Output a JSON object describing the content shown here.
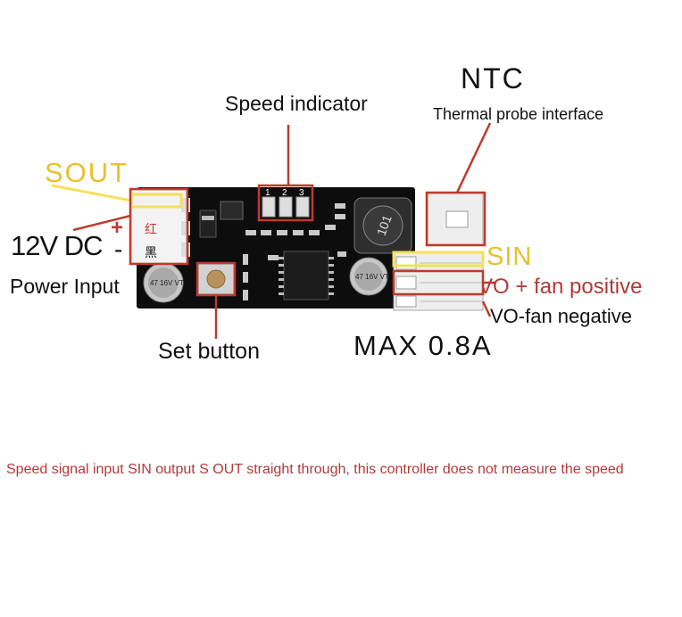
{
  "labels": {
    "speed_indicator": "Speed indicator",
    "ntc": "NTC",
    "thermal_probe": "Thermal probe interface",
    "sout": "SOUT",
    "plus": "+",
    "minus": "-",
    "v12_dc": "12V DC",
    "power_input": "Power Input",
    "sin": "SIN",
    "vo_fan_positive": "VO + fan positive",
    "vo_fan_negative": "VO-fan negative",
    "set_button": "Set button",
    "max_current": "MAX 0.8A",
    "caption": "Speed signal input SIN output S OUT straight through, this controller does not measure the speed"
  },
  "board": {
    "led_numbers": [
      "1",
      "2",
      "3"
    ],
    "connector_red": "红",
    "connector_black": "黑",
    "inductor_marking": "101",
    "cap_left_marking": "47 16V VT",
    "cap_right_marking": "47 16V VT"
  },
  "colors": {
    "annotation_red": "#c0392b",
    "highlight_yellow": "#f5e05a",
    "sout_yellow": "#e8c12e",
    "caption_red": "#b03a3a"
  }
}
